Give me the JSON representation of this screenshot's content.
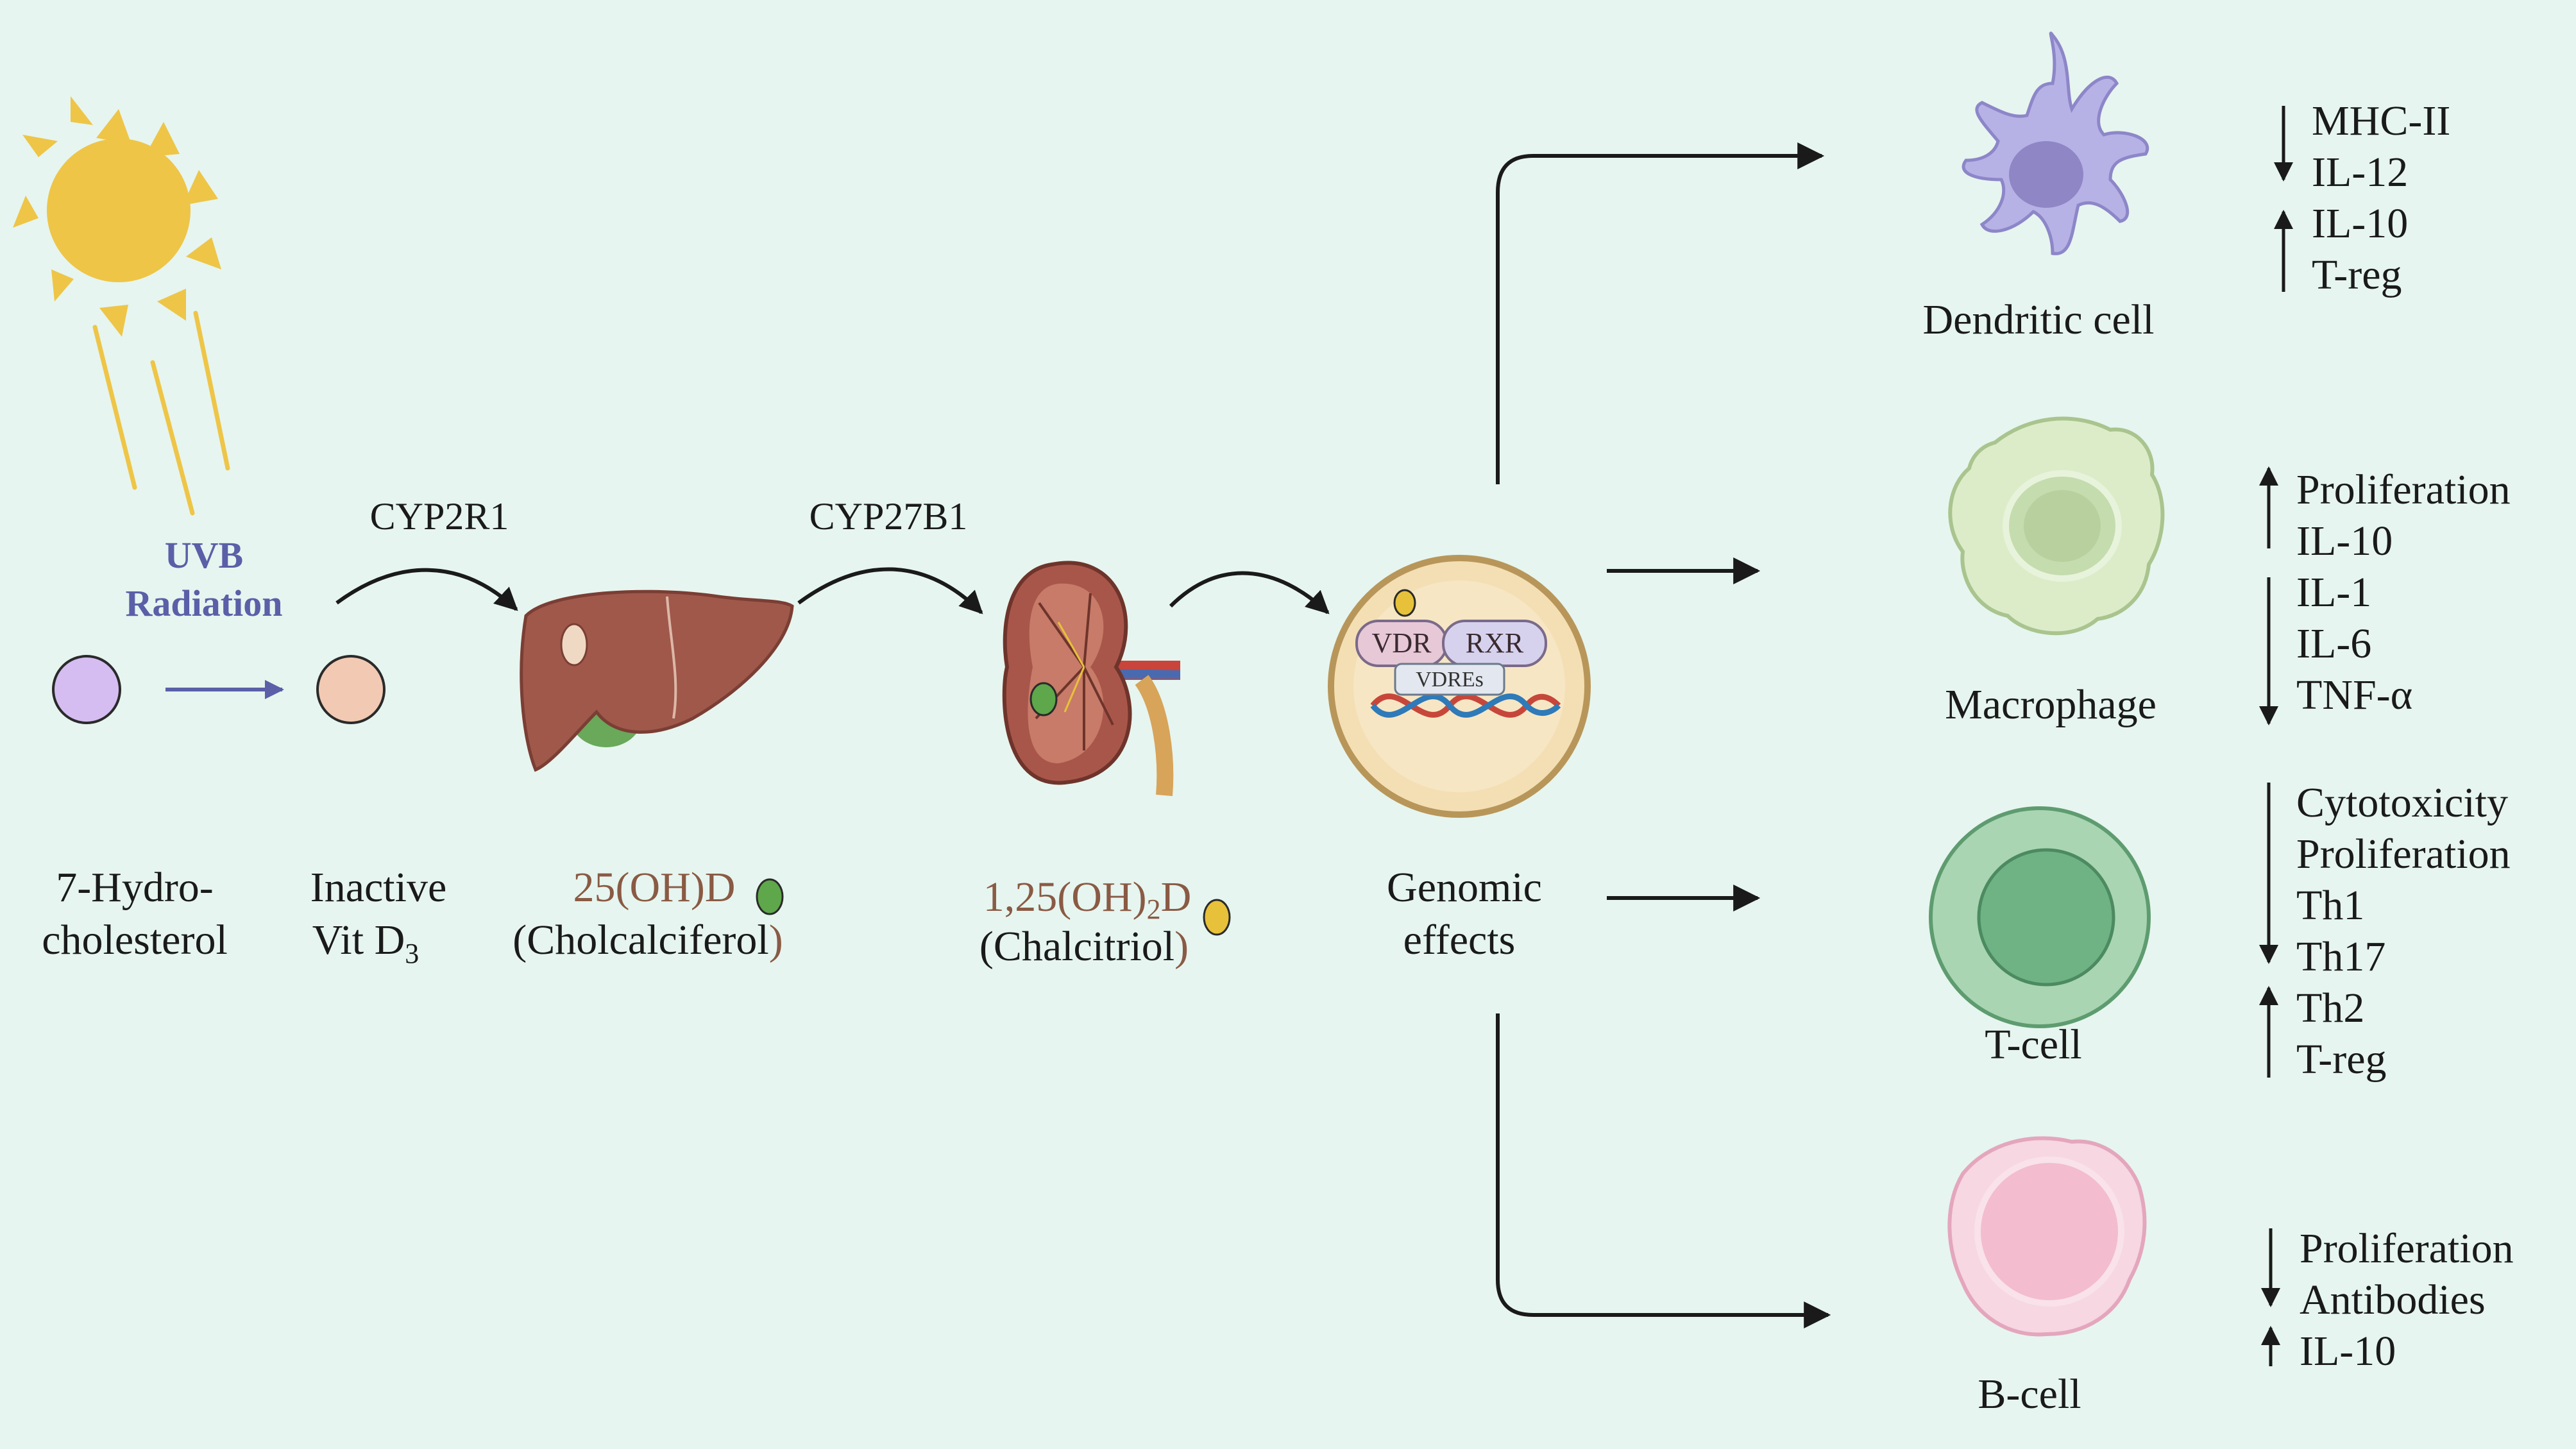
{
  "uv": {
    "label_line1": "UVB",
    "label_line2": "Radiation"
  },
  "pathway": {
    "precursor": {
      "line1": "7-Hydro-",
      "line2": "cholesterol"
    },
    "inactive": {
      "line1": "Inactive",
      "line2": "Vit D",
      "sub": "3"
    },
    "enzyme1": "CYP2R1",
    "enzyme2": "CYP27B1",
    "calcidiol": {
      "line1": "25(OH)D",
      "line2_open": "(Cholcalciferol",
      "line2_close": ")"
    },
    "calcitriol": {
      "line1_a": "1,25(OH)",
      "line1_sub": "2",
      "line1_b": "D",
      "line2_open": "(Chalcitriol",
      "line2_close": ")"
    },
    "genomic": {
      "line1": "Genomic",
      "line2": "effects",
      "vdr": "VDR",
      "rxr": "RXR",
      "vdre": "VDREs"
    }
  },
  "cells": {
    "dendritic": {
      "name": "Dendritic cell",
      "effects": [
        "MHC-II",
        "IL-12",
        "IL-10",
        "T-reg"
      ]
    },
    "macrophage": {
      "name": "Macrophage",
      "effects": [
        "Proliferation",
        "IL-10",
        "IL-1",
        "IL-6",
        "TNF-α"
      ]
    },
    "tcell": {
      "name": "T-cell",
      "effects": [
        "Cytotoxicity",
        "Proliferation",
        "Th1",
        "Th17",
        "Th2",
        "T-reg"
      ]
    },
    "bcell": {
      "name": "B-cell",
      "effects": [
        "Proliferation",
        "Antibodies",
        "IL-10"
      ]
    }
  },
  "colors": {
    "background": "#e6f5ef",
    "sun": "#eec547",
    "liver": "#a0584b",
    "dendritic": "#b7b2e6",
    "macrophage": "#dcecc8",
    "tcell": "#9fceaa",
    "bcell": "#f6cfdc",
    "uvb_text": "#5a5fa8",
    "product_text": "#8a5a44"
  }
}
